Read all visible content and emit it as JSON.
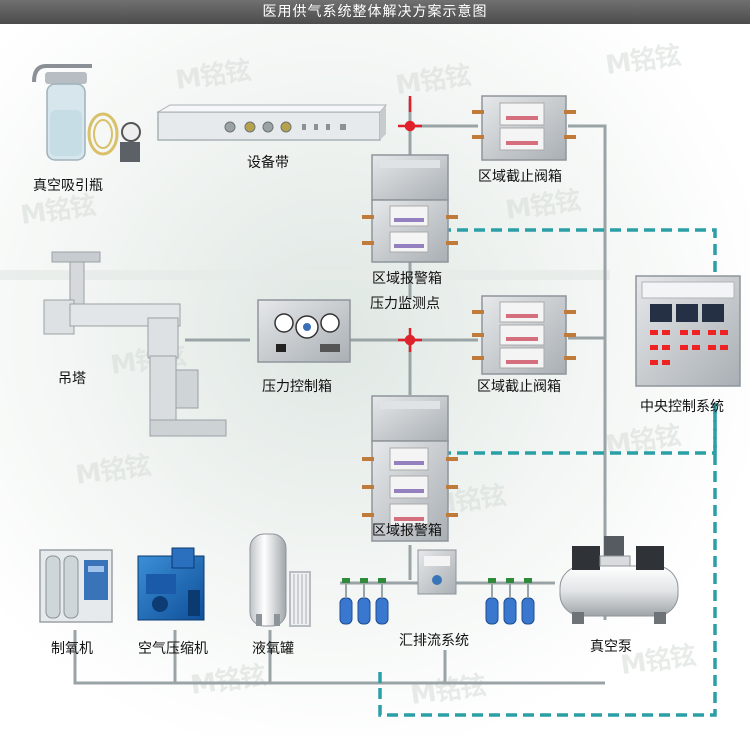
{
  "title": "医用供气系统整体解决方案示意图",
  "watermark": "M铭铉",
  "colors": {
    "pipe_gray": "#9aa3a6",
    "dash_teal": "#2a9fa6",
    "pipe_red": "#e0202a",
    "box_steel": "#c8ccd0"
  },
  "labels": {
    "suction_bottle": "真空吸引瓶",
    "equipment_belt": "设备带",
    "zone_valve_box_1": "区域截止阀箱",
    "zone_alarm_box_1": "区域报警箱",
    "pressure_point": "压力监测点",
    "pendant": "吊塔",
    "pressure_control_box": "压力控制箱",
    "zone_valve_box_2": "区域截止阀箱",
    "central_control": "中央控制系统",
    "zone_alarm_box_2": "区域报警箱",
    "oxygen_generator": "制氧机",
    "air_compressor": "空气压缩机",
    "liquid_oxygen_tank": "液氧罐",
    "manifold_system": "汇排流系统",
    "vacuum_pump": "真空泵"
  }
}
